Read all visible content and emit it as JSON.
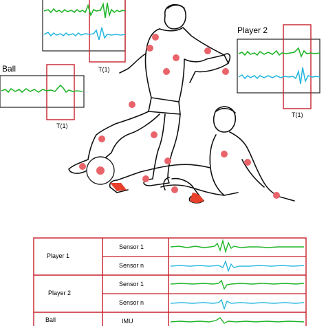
{
  "labels": {
    "player2": "Player 2",
    "ball": "Ball",
    "t_top": "T(1)",
    "t_right": "T(1)",
    "t_ball": "T(1)"
  },
  "table": {
    "rows": [
      {
        "entity": "Player 1",
        "sensors": [
          "Sensor 1",
          "Sensor n"
        ]
      },
      {
        "entity": "Player 2",
        "sensors": [
          "Sensor 1",
          "Sensor n"
        ]
      },
      {
        "entity": "Ball",
        "sensors": [
          "IMU"
        ]
      }
    ]
  },
  "colors": {
    "green_signal": "#22b52a",
    "cyan_signal": "#2bb8e0",
    "red_border": "#c8202a",
    "sensor_dot": "#e8646a"
  }
}
